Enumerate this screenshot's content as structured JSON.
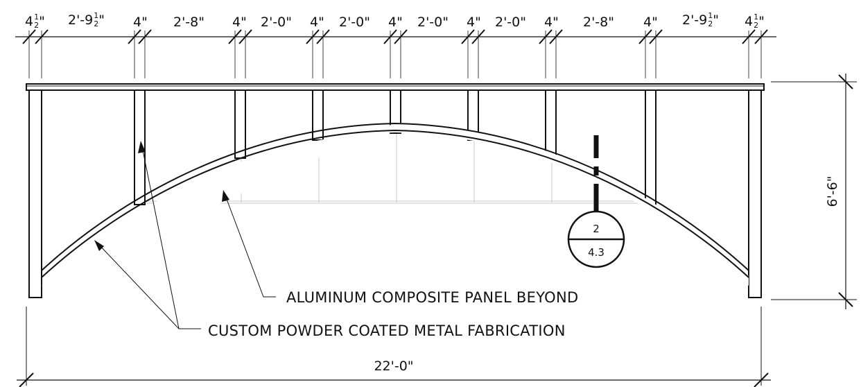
{
  "top_dimensions": [
    {
      "whole": "4",
      "frac_num": "1",
      "frac_den": "2",
      "unit": "\""
    },
    {
      "whole": "2'-9",
      "frac_num": "1",
      "frac_den": "2",
      "unit": "\""
    },
    {
      "whole": "4\""
    },
    {
      "whole": "2'-8\""
    },
    {
      "whole": "4\""
    },
    {
      "whole": "2'-0\""
    },
    {
      "whole": "4\""
    },
    {
      "whole": "2'-0\""
    },
    {
      "whole": "4\""
    },
    {
      "whole": "2'-0\""
    },
    {
      "whole": "4\""
    },
    {
      "whole": "2'-0\""
    },
    {
      "whole": "4\""
    },
    {
      "whole": "2'-8\""
    },
    {
      "whole": "4\""
    },
    {
      "whole": "2'-9",
      "frac_num": "1",
      "frac_den": "2",
      "unit": "\""
    },
    {
      "whole": "4",
      "frac_num": "1",
      "frac_den": "2",
      "unit": "\""
    }
  ],
  "height_dimension": "6'-6\"",
  "overall_width": "22'-0\"",
  "notes": {
    "panel": "ALUMINUM COMPOSITE PANEL BEYOND",
    "fabrication": "CUSTOM POWDER COATED METAL FABRICATION"
  },
  "section_tag": {
    "number": "2",
    "sheet": "4.3"
  }
}
